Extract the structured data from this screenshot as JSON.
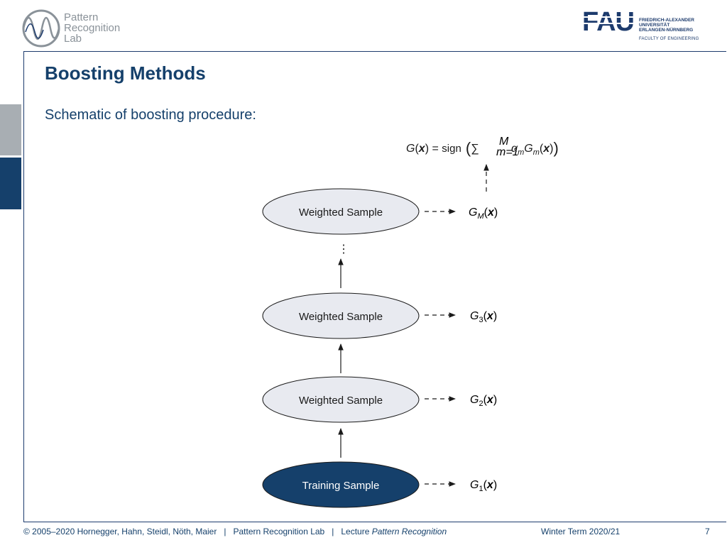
{
  "header": {
    "lab_logo": {
      "line1": "Pattern",
      "line2": "Recognition",
      "line3": "Lab"
    },
    "uni_logo": {
      "letters": "FAU",
      "line1": "FRIEDRICH-ALEXANDER",
      "line2": "UNIVERSITÄT",
      "line3": "ERLANGEN-NÜRNBERG",
      "faculty": "FACULTY OF ENGINEERING"
    }
  },
  "slide": {
    "title": "Boosting Methods",
    "subtitle": "Schematic of boosting procedure:"
  },
  "diagram": {
    "nodes": [
      {
        "label": "Weighted Sample",
        "classifier": "M"
      },
      {
        "label": "Weighted Sample",
        "classifier": "3"
      },
      {
        "label": "Weighted Sample",
        "classifier": "2"
      },
      {
        "label": "Training Sample",
        "classifier": "1"
      }
    ],
    "ellipsis": "⋮",
    "final_formula": {
      "lhs": "G",
      "x": "x",
      "eq": "=",
      "sign": "sign",
      "sum": "∑",
      "sum_upper": "M",
      "sum_lower": "m=1",
      "alpha": "α",
      "alpha_sub": "m",
      "g": "G",
      "g_sub": "m"
    },
    "colors": {
      "node_fill": "#e8eaf0",
      "highlight_fill": "#15406b",
      "edge": "#1a1a1a"
    }
  },
  "footer": {
    "copyright": "© 2005–2020 Hornegger, Hahn, Steidl, Nöth, Maier",
    "sep": "|",
    "lab": "Pattern Recognition Lab",
    "lecture_prefix": "Lecture ",
    "lecture_name": "Pattern Recognition",
    "term": "Winter Term 2020/21",
    "page": "7"
  }
}
